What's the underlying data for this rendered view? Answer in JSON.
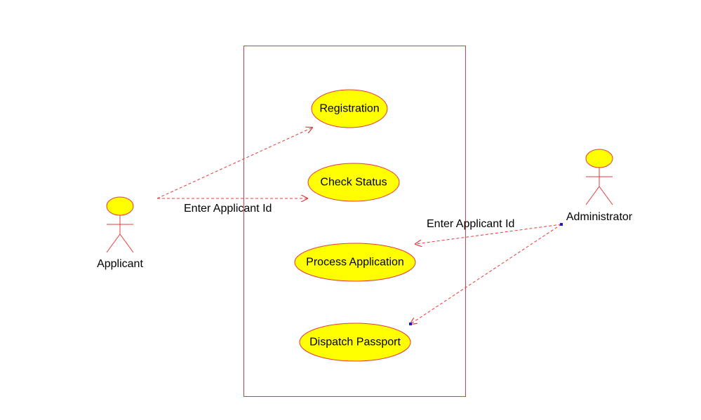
{
  "colors": {
    "line": "#e8383d",
    "fill": "#ffff00",
    "text": "#000000",
    "endpoint": "#1a1ad8"
  },
  "actors": {
    "applicant": {
      "label": "Applicant"
    },
    "administrator": {
      "label": "Administrator"
    }
  },
  "use_cases": {
    "registration": {
      "label": "Registration"
    },
    "check_status": {
      "label": "Check Status"
    },
    "process_application": {
      "label": "Process Application"
    },
    "dispatch_passport": {
      "label": "Dispatch Passport"
    }
  },
  "edges": {
    "applicant_check_status": {
      "label": "Enter Applicant Id"
    },
    "admin_process_application": {
      "label": "Enter Applicant Id"
    }
  }
}
